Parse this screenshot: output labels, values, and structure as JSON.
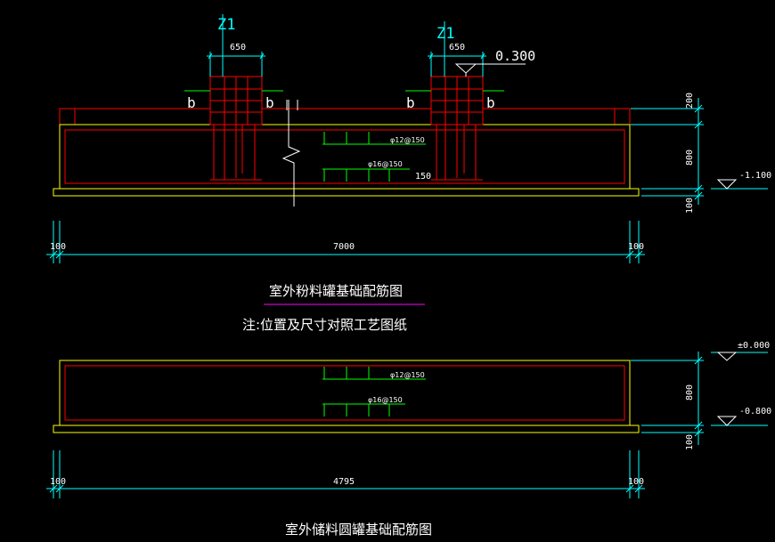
{
  "drawing1": {
    "title": "室外粉料罐基础配筋图",
    "note": "注:位置及尺寸对照工艺图纸",
    "column_tag_left": "Z1",
    "column_tag_right": "Z1",
    "column_width_left": "650",
    "column_width_right": "650",
    "top_elevation": "0.300",
    "section_mark_1": "b",
    "section_mark_2": "b",
    "section_mark_3": "b",
    "section_mark_4": "b",
    "rebar_top": "φ12@150",
    "rebar_bottom": "φ16@150",
    "dim_150": "150",
    "dim_right_200": "200",
    "dim_right_800": "800",
    "dim_right_100": "100",
    "elev_bottom": "-1.100",
    "dim_left_100": "100",
    "dim_span": "7000",
    "dim_right_end": "100"
  },
  "drawing2": {
    "title": "室外储料圆罐基础配筋图",
    "rebar_top": "φ12@150",
    "rebar_bottom": "φ16@150",
    "elev_top": "±0.000",
    "elev_mid": "-0.800",
    "dim_right_800": "800",
    "dim_right_100": "100",
    "dim_left_100": "100",
    "dim_span": "4795",
    "dim_right_end": "100"
  },
  "colors": {
    "background": "#000000",
    "concrete": "#ff0000",
    "base_pad": "#ffff00",
    "dimension": "#00ffff",
    "rebar": "#00ff00",
    "text": "#ffffff",
    "underline": "#ff00ff"
  }
}
